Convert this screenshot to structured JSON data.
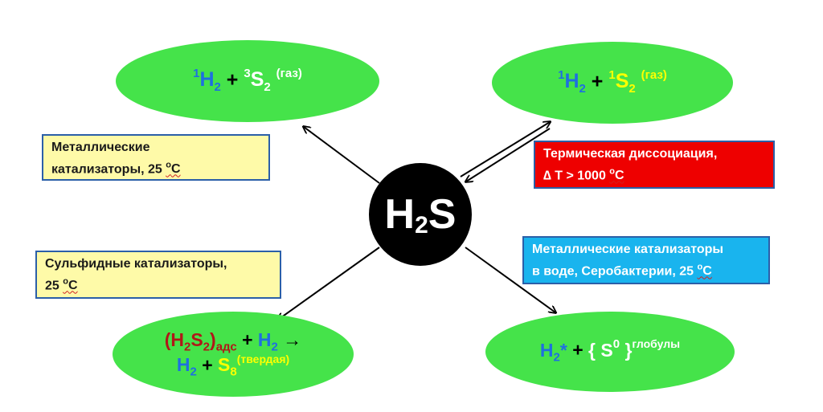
{
  "center": {
    "main": "H",
    "sub": "2",
    "tail": "S"
  },
  "ellipses": {
    "top_left": {
      "h_sup": "1",
      "h": "H",
      "h_sub": "2",
      "plus": " + ",
      "s_sup": "3",
      "s": "S",
      "s_sub": "2",
      "phase": "(газ)"
    },
    "top_right": {
      "h_sup": "1",
      "h": "H",
      "h_sub": "2",
      "plus": " + ",
      "s_sup": "1",
      "s": "S",
      "s_sub": "2",
      "phase": "(газ)"
    },
    "bottom_left": {
      "line1_open": "(H",
      "line1_sub1": "2",
      "line1_s": "S",
      "line1_sub2": "2",
      "line1_close": ")",
      "line1_adsub": "адс",
      "line1_plus": " + ",
      "line1_h": "H",
      "line1_hsub": "2",
      "line1_arrow": " →",
      "line2_h": "H",
      "line2_hsub": "2",
      "line2_plus": " + ",
      "line2_s": "S",
      "line2_ssub": "8",
      "line2_phase": "(твердая)"
    },
    "bottom_right": {
      "h": "H",
      "h_sub": "2",
      "star": "*",
      "plus": " + ",
      "open": "{ ",
      "s": "S",
      "s_sup": "0",
      "close": " }",
      "tail": "глобулы"
    }
  },
  "boxes": {
    "top_left": {
      "line1": "Металлические",
      "line2_pre": "катализаторы, 25 ",
      "deg": "о",
      "unit": "С"
    },
    "top_right": {
      "line1": "Термическая диссоциация,",
      "line2_pre": "∆ T > 1000 ",
      "deg": "о",
      "unit": "С"
    },
    "bottom_left": {
      "line1": "Сульфидные катализаторы,",
      "line2_pre": "25 ",
      "deg": "о",
      "unit": "С"
    },
    "bottom_right": {
      "line1": "Металлические катализаторы",
      "line2_pre": "в воде, Серобактерии, 25 ",
      "deg": "о",
      "unit": "С"
    }
  },
  "colors": {
    "ellipse": "#45e34a",
    "box_yellow": "#fefaa8",
    "box_red": "#ee0000",
    "box_cyan": "#19b4ee",
    "border": "#2b5fa8"
  }
}
